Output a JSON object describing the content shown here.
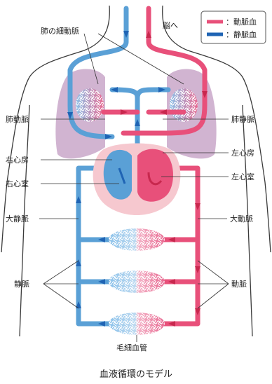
{
  "labels": {
    "pulmonary_capillaries": "肺の細動脈",
    "to_brain": "脳へ",
    "pulmonary_artery": "肺動脈",
    "pulmonary_vein": "肺静脈",
    "right_atrium": "右心房",
    "left_atrium": "左心房",
    "right_ventricle": "右心室",
    "left_ventricle": "左心室",
    "vena_cava": "大静脈",
    "aorta": "大動脈",
    "vein": "静脈",
    "artery": "動脈",
    "capillaries": "毛細血管"
  },
  "legend": {
    "arterial": "：動脈血",
    "venous": "：静脈血"
  },
  "caption": "血液循環のモデル",
  "colors": {
    "arterial": "#e8507a",
    "arterial_dark": "#c8284e",
    "venous": "#5aa0d6",
    "venous_dark": "#1f64b4",
    "lung": "#c9a7c9",
    "body_outline": "#3a3a3a",
    "pericardium": "#f6c8cf"
  }
}
